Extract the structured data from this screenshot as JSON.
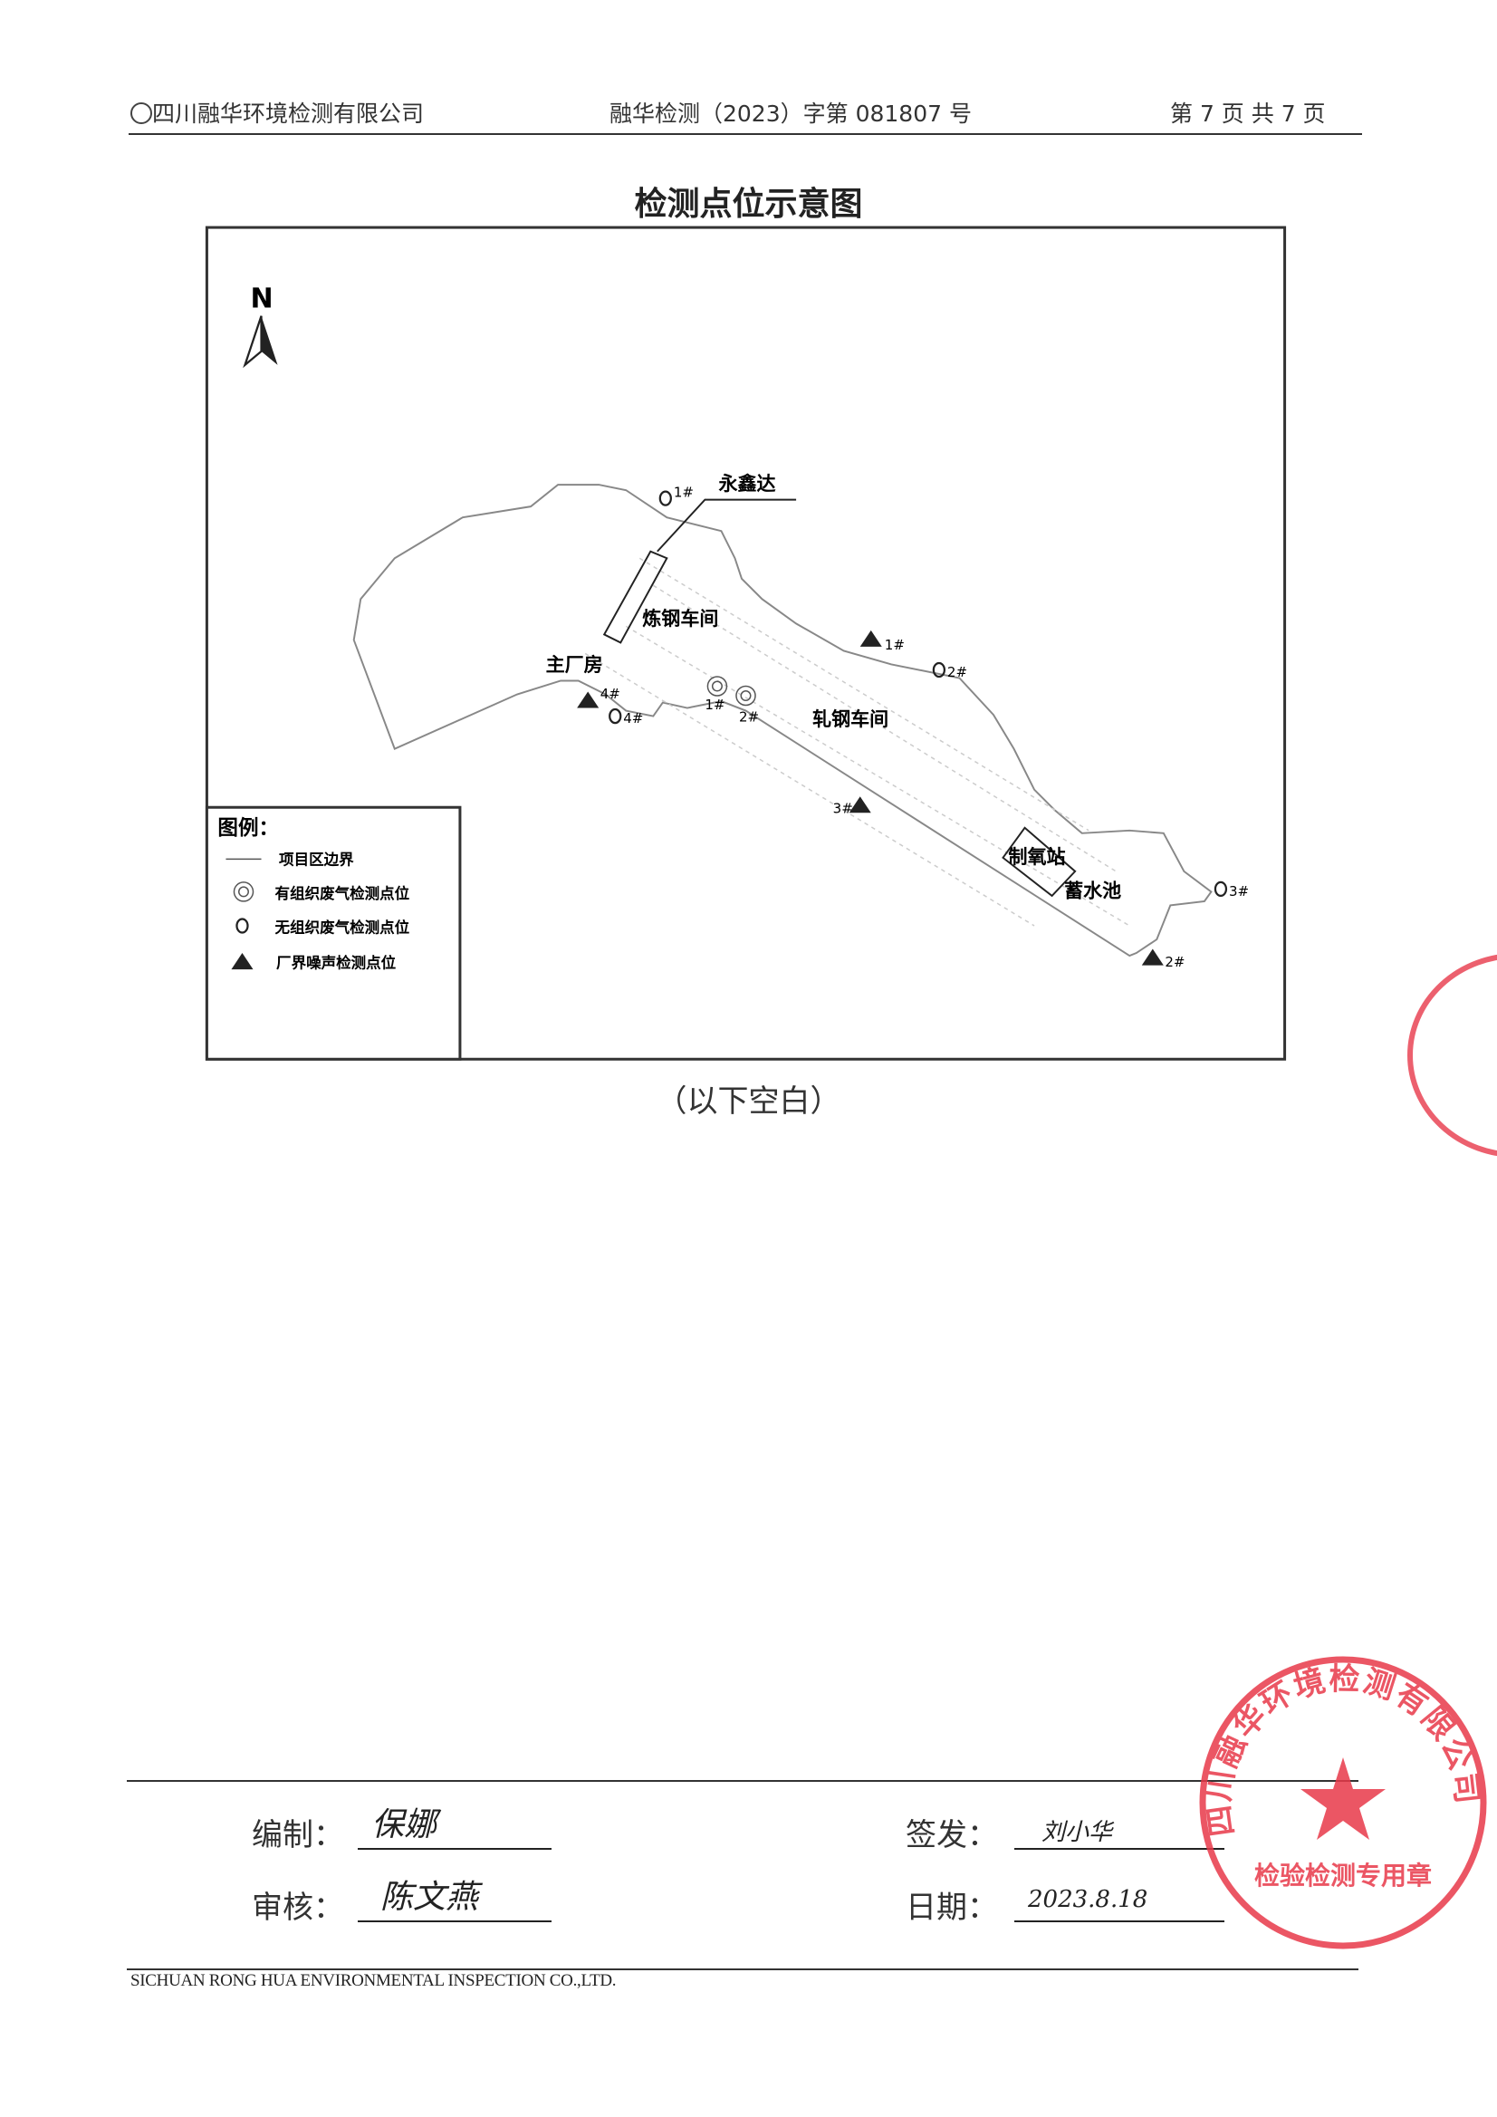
{
  "header": {
    "company": "四川融华环境检测有限公司",
    "report_no": "融华检测（2023）字第 081807 号",
    "page": "第 7 页 共 7 页"
  },
  "title": "检测点位示意图",
  "map": {
    "north": "N",
    "labels": {
      "yongxinda": "永鑫达",
      "steelmaking": "炼钢车间",
      "main_plant": "主厂房",
      "rolling": "轧钢车间",
      "oxygen": "制氧站",
      "pool": "蓄水池"
    },
    "points": {
      "organized": [
        "1#",
        "2#"
      ],
      "unorganized": [
        "1#",
        "2#",
        "3#",
        "4#"
      ],
      "noise": [
        "1#",
        "2#",
        "3#",
        "4#"
      ]
    },
    "legend": {
      "title": "图例：",
      "items": [
        "项目区边界",
        "有组织废气检测点位",
        "无组织废气检测点位",
        "厂界噪声检测点位"
      ]
    }
  },
  "note": "（以下空白）",
  "signatures": {
    "compiled_label": "编制：",
    "compiled_value": "保娜",
    "reviewed_label": "审核：",
    "reviewed_value": "陈文燕",
    "issued_label": "签发：",
    "issued_value": "刘小华",
    "date_label": "日期：",
    "date_value": "2023.8.18"
  },
  "stamp": {
    "outer": "四川融华环境检测有限公司",
    "inner": "检验检测专用章"
  },
  "footer": "SICHUAN RONG HUA ENVIRONMENTAL INSPECTION CO.,LTD.",
  "colors": {
    "stamp": "#e8394a",
    "text": "#222222"
  }
}
